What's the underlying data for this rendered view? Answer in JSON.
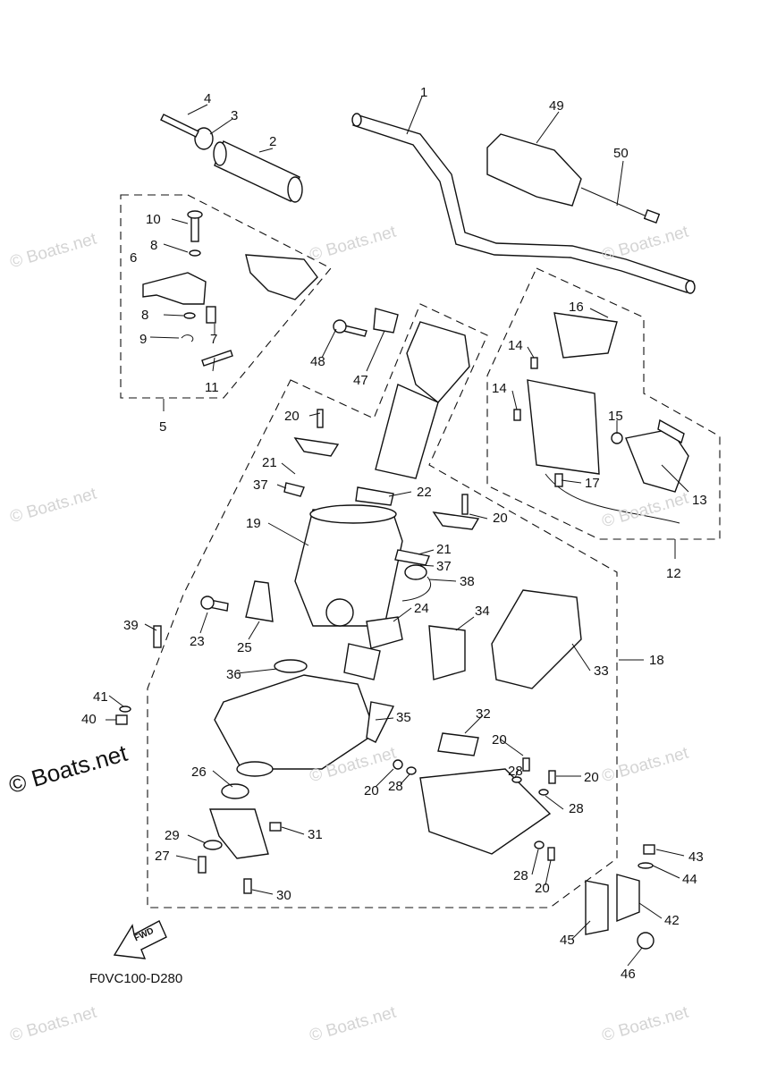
{
  "watermark_text": "© Boats.net",
  "diagram_code": "F0VC100-D280",
  "fwd_arrow_label": "FWD",
  "callouts": [
    {
      "id": "c4",
      "text": "4"
    },
    {
      "id": "c3",
      "text": "3"
    },
    {
      "id": "c2",
      "text": "2"
    },
    {
      "id": "c1",
      "text": "1"
    },
    {
      "id": "c49",
      "text": "49"
    },
    {
      "id": "c50",
      "text": "50"
    },
    {
      "id": "c10",
      "text": "10"
    },
    {
      "id": "c8a",
      "text": "8"
    },
    {
      "id": "c6",
      "text": "6"
    },
    {
      "id": "c8b",
      "text": "8"
    },
    {
      "id": "c7",
      "text": "7"
    },
    {
      "id": "c9",
      "text": "9"
    },
    {
      "id": "c11",
      "text": "11"
    },
    {
      "id": "c5",
      "text": "5"
    },
    {
      "id": "c48",
      "text": "48"
    },
    {
      "id": "c47",
      "text": "47"
    },
    {
      "id": "c16",
      "text": "16"
    },
    {
      "id": "c14a",
      "text": "14"
    },
    {
      "id": "c14b",
      "text": "14"
    },
    {
      "id": "c15",
      "text": "15"
    },
    {
      "id": "c13",
      "text": "13"
    },
    {
      "id": "c17",
      "text": "17"
    },
    {
      "id": "c12",
      "text": "12"
    },
    {
      "id": "c20a",
      "text": "20"
    },
    {
      "id": "c21a",
      "text": "21"
    },
    {
      "id": "c37a",
      "text": "37"
    },
    {
      "id": "c22",
      "text": "22"
    },
    {
      "id": "c20b",
      "text": "20"
    },
    {
      "id": "c19",
      "text": "19"
    },
    {
      "id": "c21b",
      "text": "21"
    },
    {
      "id": "c37b",
      "text": "37"
    },
    {
      "id": "c38",
      "text": "38"
    },
    {
      "id": "c24",
      "text": "24"
    },
    {
      "id": "c34",
      "text": "34"
    },
    {
      "id": "c39",
      "text": "39"
    },
    {
      "id": "c23",
      "text": "23"
    },
    {
      "id": "c25",
      "text": "25"
    },
    {
      "id": "c33",
      "text": "33"
    },
    {
      "id": "c18",
      "text": "18"
    },
    {
      "id": "c36",
      "text": "36"
    },
    {
      "id": "c41",
      "text": "41"
    },
    {
      "id": "c40",
      "text": "40"
    },
    {
      "id": "c35",
      "text": "35"
    },
    {
      "id": "c32",
      "text": "32"
    },
    {
      "id": "c20c",
      "text": "20"
    },
    {
      "id": "c28a",
      "text": "28"
    },
    {
      "id": "c20d",
      "text": "20"
    },
    {
      "id": "c20e",
      "text": "20"
    },
    {
      "id": "c28b",
      "text": "28"
    },
    {
      "id": "c28c",
      "text": "28"
    },
    {
      "id": "c26",
      "text": "26"
    },
    {
      "id": "c29",
      "text": "29"
    },
    {
      "id": "c31",
      "text": "31"
    },
    {
      "id": "c27",
      "text": "27"
    },
    {
      "id": "c30",
      "text": "30"
    },
    {
      "id": "c28d",
      "text": "28"
    },
    {
      "id": "c20f",
      "text": "20"
    },
    {
      "id": "c43",
      "text": "43"
    },
    {
      "id": "c44",
      "text": "44"
    },
    {
      "id": "c42",
      "text": "42"
    },
    {
      "id": "c45",
      "text": "45"
    },
    {
      "id": "c46",
      "text": "46"
    }
  ]
}
